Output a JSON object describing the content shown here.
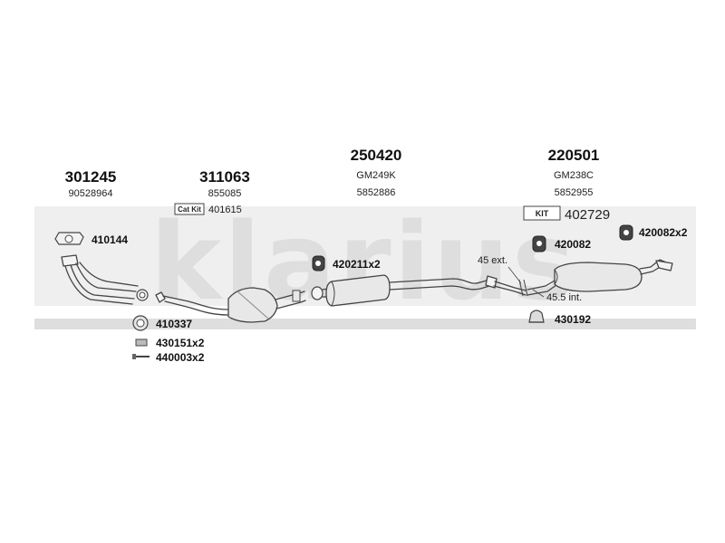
{
  "watermark": "klarius",
  "parts": {
    "front_pipe": {
      "number": "301245",
      "oe": "90528964"
    },
    "catalyst": {
      "number": "311063",
      "oe": "855085",
      "kit_badge": "Cat Kit",
      "kit_number": "401615"
    },
    "middle_silencer": {
      "number": "250420",
      "ref": "GM249K",
      "oe": "5852886"
    },
    "rear_silencer": {
      "number": "220501",
      "ref": "GM238C",
      "oe": "5852955",
      "kit_badge": "KIT",
      "kit_number": "402729"
    }
  },
  "accessories": {
    "a410144": "410144",
    "a410337": "410337",
    "a430151": "430151x2",
    "a440003": "440003x2",
    "a420211": "420211x2",
    "a420082": "420082",
    "a420082x2": "420082x2",
    "a430192": "430192"
  },
  "dimensions": {
    "ext": "45 ext.",
    "int": "45.5 int."
  }
}
